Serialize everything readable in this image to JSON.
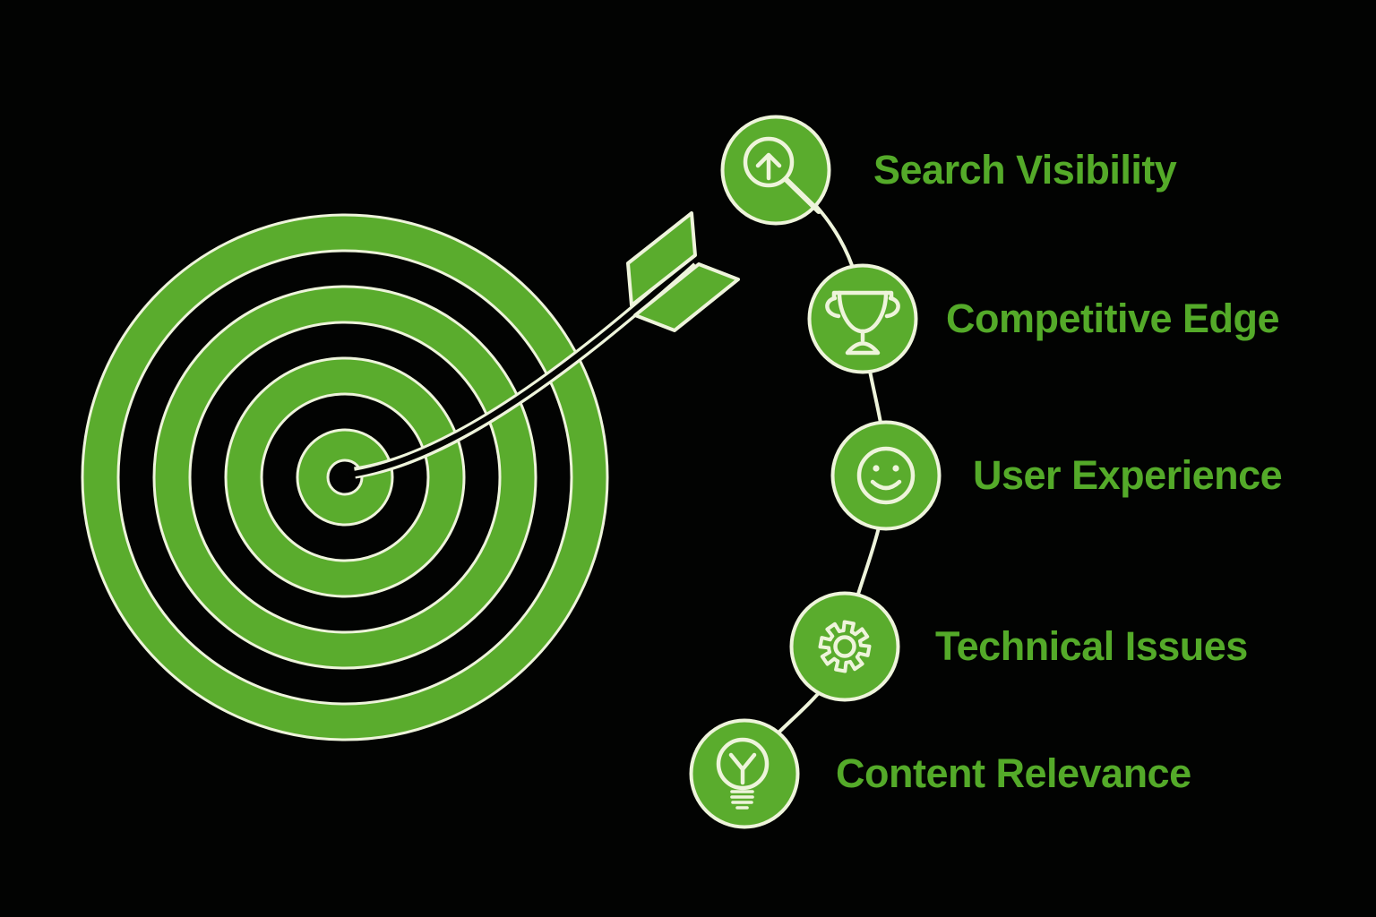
{
  "palette": {
    "green": "#5aac2d",
    "cream": "#eef4db",
    "background": "#020302",
    "label_text": "#54aa29"
  },
  "graphic": {
    "description_icons": [
      "bullseye-target",
      "arrow"
    ],
    "items": [
      {
        "label": "Search Visibility",
        "icon": "search-growth-icon"
      },
      {
        "label": "Competitive Edge",
        "icon": "trophy-icon"
      },
      {
        "label": "User Experience",
        "icon": "smiley-face-icon"
      },
      {
        "label": "Technical Issues",
        "icon": "gear-icon"
      },
      {
        "label": "Content Relevance",
        "icon": "lightbulb-icon"
      }
    ]
  }
}
